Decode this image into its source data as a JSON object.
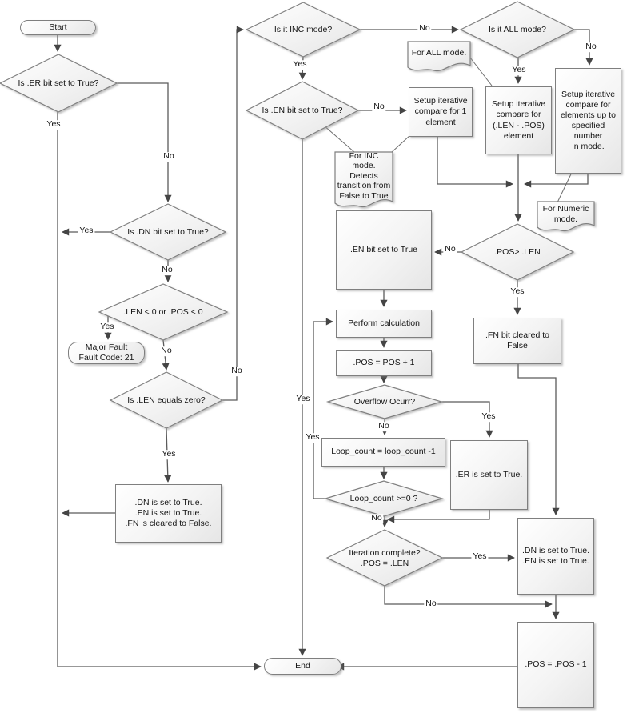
{
  "edge_labels": {
    "yes": "Yes",
    "no": "No"
  },
  "nodes": {
    "start": "Start",
    "end": "End",
    "fault": "Major Fault\nFault Code: 21",
    "q_er": "Is .ER bit set to True?",
    "q_dn": "Is .DN bit set to True?",
    "q_lenpos": ".LEN < 0 or .POS < 0",
    "q_lenzero": "Is .LEN equals zero?",
    "q_inc": "Is it INC mode?",
    "q_en": "Is .EN bit set to True?",
    "q_all": "Is it ALL mode?",
    "q_poslen": ".POS> .LEN",
    "q_overflow": "Overflow Ocurr?",
    "q_loop": "Loop_count >=0 ?",
    "q_iter": "Iteration complete?\n.POS = .LEN",
    "setup_one": "Setup iterative\ncompare for 1\nelement",
    "setup_all": "Setup iterative\ncompare for\n(.LEN - .POS)\nelement",
    "setup_num": "Setup iterative\ncompare for\nelements up to\nspecified number\nin mode.",
    "note_all": "For ALL mode.",
    "note_inc": "For INC mode.\nDetects\ntransition from\nFalse to True",
    "note_num": "For Numeric\nmode.",
    "en_set": ".EN bit set to True",
    "perform": "Perform calculation",
    "pos_inc": ".POS = POS + 1",
    "loop_dec": "Loop_count = loop_count -1",
    "er_set": ".ER is set to True.",
    "fn_clear": ".FN bit cleared to False",
    "set_dn_en_fn": ".DN is set to True.\n.EN is set to True.\n.FN is cleared to False.",
    "set_dn_en": ".DN is set to True.\n.EN is set to True.",
    "pos_dec": ".POS = .POS - 1"
  }
}
